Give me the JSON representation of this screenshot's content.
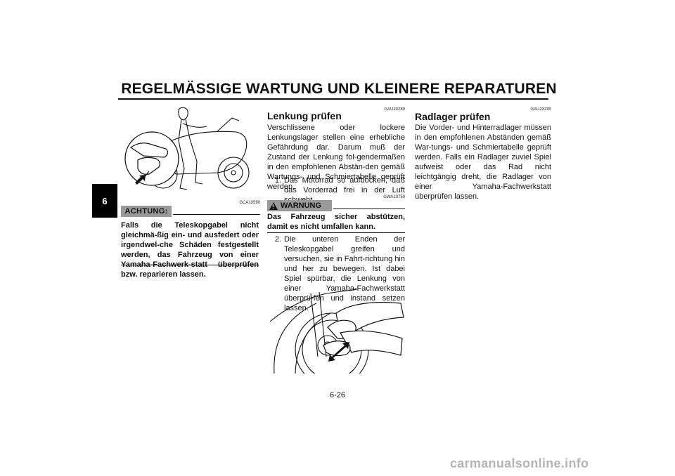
{
  "header": {
    "title": "REGELMÄSSIGE WARTUNG UND KLEINERE REPARATUREN"
  },
  "chapter_tab": "6",
  "left_column": {
    "figure_code": "GCA10590",
    "caution_label": "ACHTUNG:",
    "caution_text": "Falls die Teleskopgabel nicht gleichmä-ßig ein- und ausfedert oder irgendwel-che Schäden festgestellt werden, das Fahrzeug von einer Yamaha-Fachwerk-statt überprüfen bzw. reparieren lassen."
  },
  "middle_column": {
    "section_code": "GAU23280",
    "heading": "Lenkung prüfen",
    "intro": "Verschlissene oder lockere Lenkungslager stellen eine erhebliche Gefährdung dar. Darum muß der Zustand der Lenkung fol-gendermaßen in den empfohlenen Abstän-den gemäß Wartungs- und Schmiertabelle geprüft werden.",
    "step1_num": "1.",
    "step1_text": "Das Motorrad so aufbocken, daß das Vorderrad frei in der Luft schwebt.",
    "warning_code": "GWA10750",
    "warning_label": "WARNUNG",
    "warning_text": "Das Fahrzeug sicher abstützen, damit es nicht umfallen kann.",
    "step2_num": "2.",
    "step2_text": "Die unteren Enden der Teleskopgabel greifen und versuchen, sie in Fahrt-richtung hin und her zu bewegen. Ist dabei Spiel spürbar, die Lenkung von einer Yamaha-Fachwerkstatt überprü-fen und instand setzen lassen."
  },
  "right_column": {
    "section_code": "GAU23290",
    "heading": "Radlager prüfen",
    "text": "Die Vorder- und Hinterradlager müssen in den empfohlenen Abständen gemäß War-tungs- und Schmiertabelle geprüft werden. Falls ein Radlager zuviel Spiel aufweist oder das Rad nicht leichtgängig dreht, die Radlager von einer Yamaha-Fachwerkstatt überprüfen lassen."
  },
  "footer": {
    "page_number": "6-26"
  },
  "watermark": "carmanualsonline.info"
}
